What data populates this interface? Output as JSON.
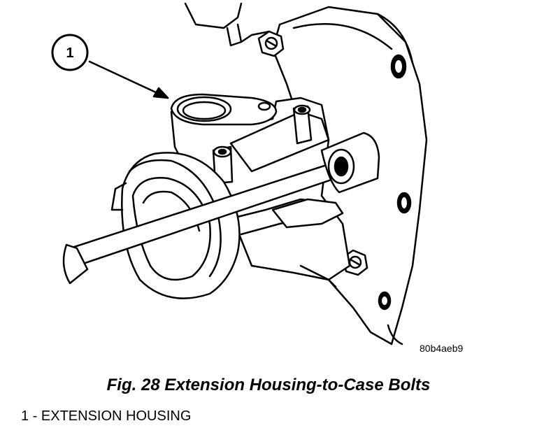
{
  "callout": {
    "number": "1"
  },
  "reference_code": "80b4aeb9",
  "caption": "Fig. 28 Extension Housing-to-Case Bolts",
  "legend": [
    {
      "text": "1 - EXTENSION HOUSING"
    }
  ]
}
